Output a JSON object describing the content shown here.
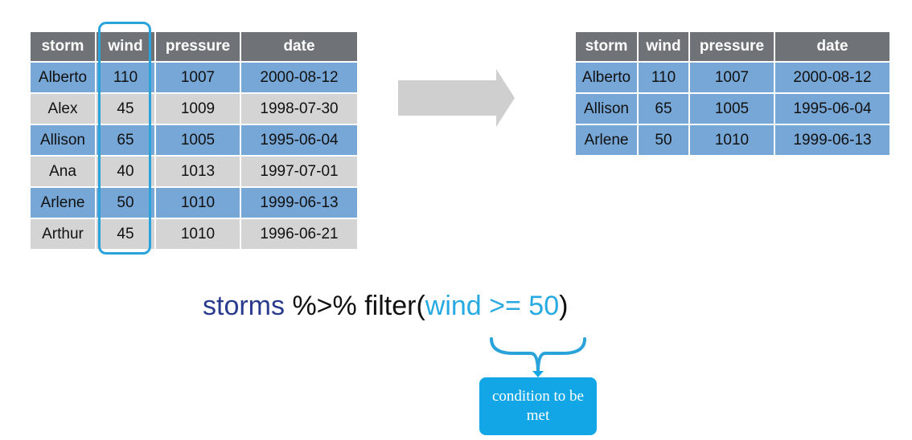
{
  "left_table": {
    "headers": [
      "storm",
      "wind",
      "pressure",
      "date"
    ],
    "rows": [
      [
        "Alberto",
        "110",
        "1007",
        "2000-08-12"
      ],
      [
        "Alex",
        "45",
        "1009",
        "1998-07-30"
      ],
      [
        "Allison",
        "65",
        "1005",
        "1995-06-04"
      ],
      [
        "Ana",
        "40",
        "1013",
        "1997-07-01"
      ],
      [
        "Arlene",
        "50",
        "1010",
        "1999-06-13"
      ],
      [
        "Arthur",
        "45",
        "1010",
        "1996-06-21"
      ]
    ]
  },
  "right_table": {
    "headers": [
      "storm",
      "wind",
      "pressure",
      "date"
    ],
    "rows": [
      [
        "Alberto",
        "110",
        "1007",
        "2000-08-12"
      ],
      [
        "Allison",
        "65",
        "1005",
        "1995-06-04"
      ],
      [
        "Arlene",
        "50",
        "1010",
        "1999-06-13"
      ]
    ]
  },
  "code": {
    "object": "storms",
    "pipe": " %>% ",
    "func_open": "filter(",
    "condition": "wind >= 50",
    "func_close": ")"
  },
  "annotation": {
    "label": "condition to be met"
  },
  "colors": {
    "header": "#6f7378",
    "row_blue": "#77a7d6",
    "row_grey": "#d4d4d4",
    "highlight": "#2aa3db",
    "object": "#2a3b8f",
    "condition": "#27a9e1",
    "annotation_box": "#12a6e6",
    "arrow": "#cfcfcf"
  }
}
